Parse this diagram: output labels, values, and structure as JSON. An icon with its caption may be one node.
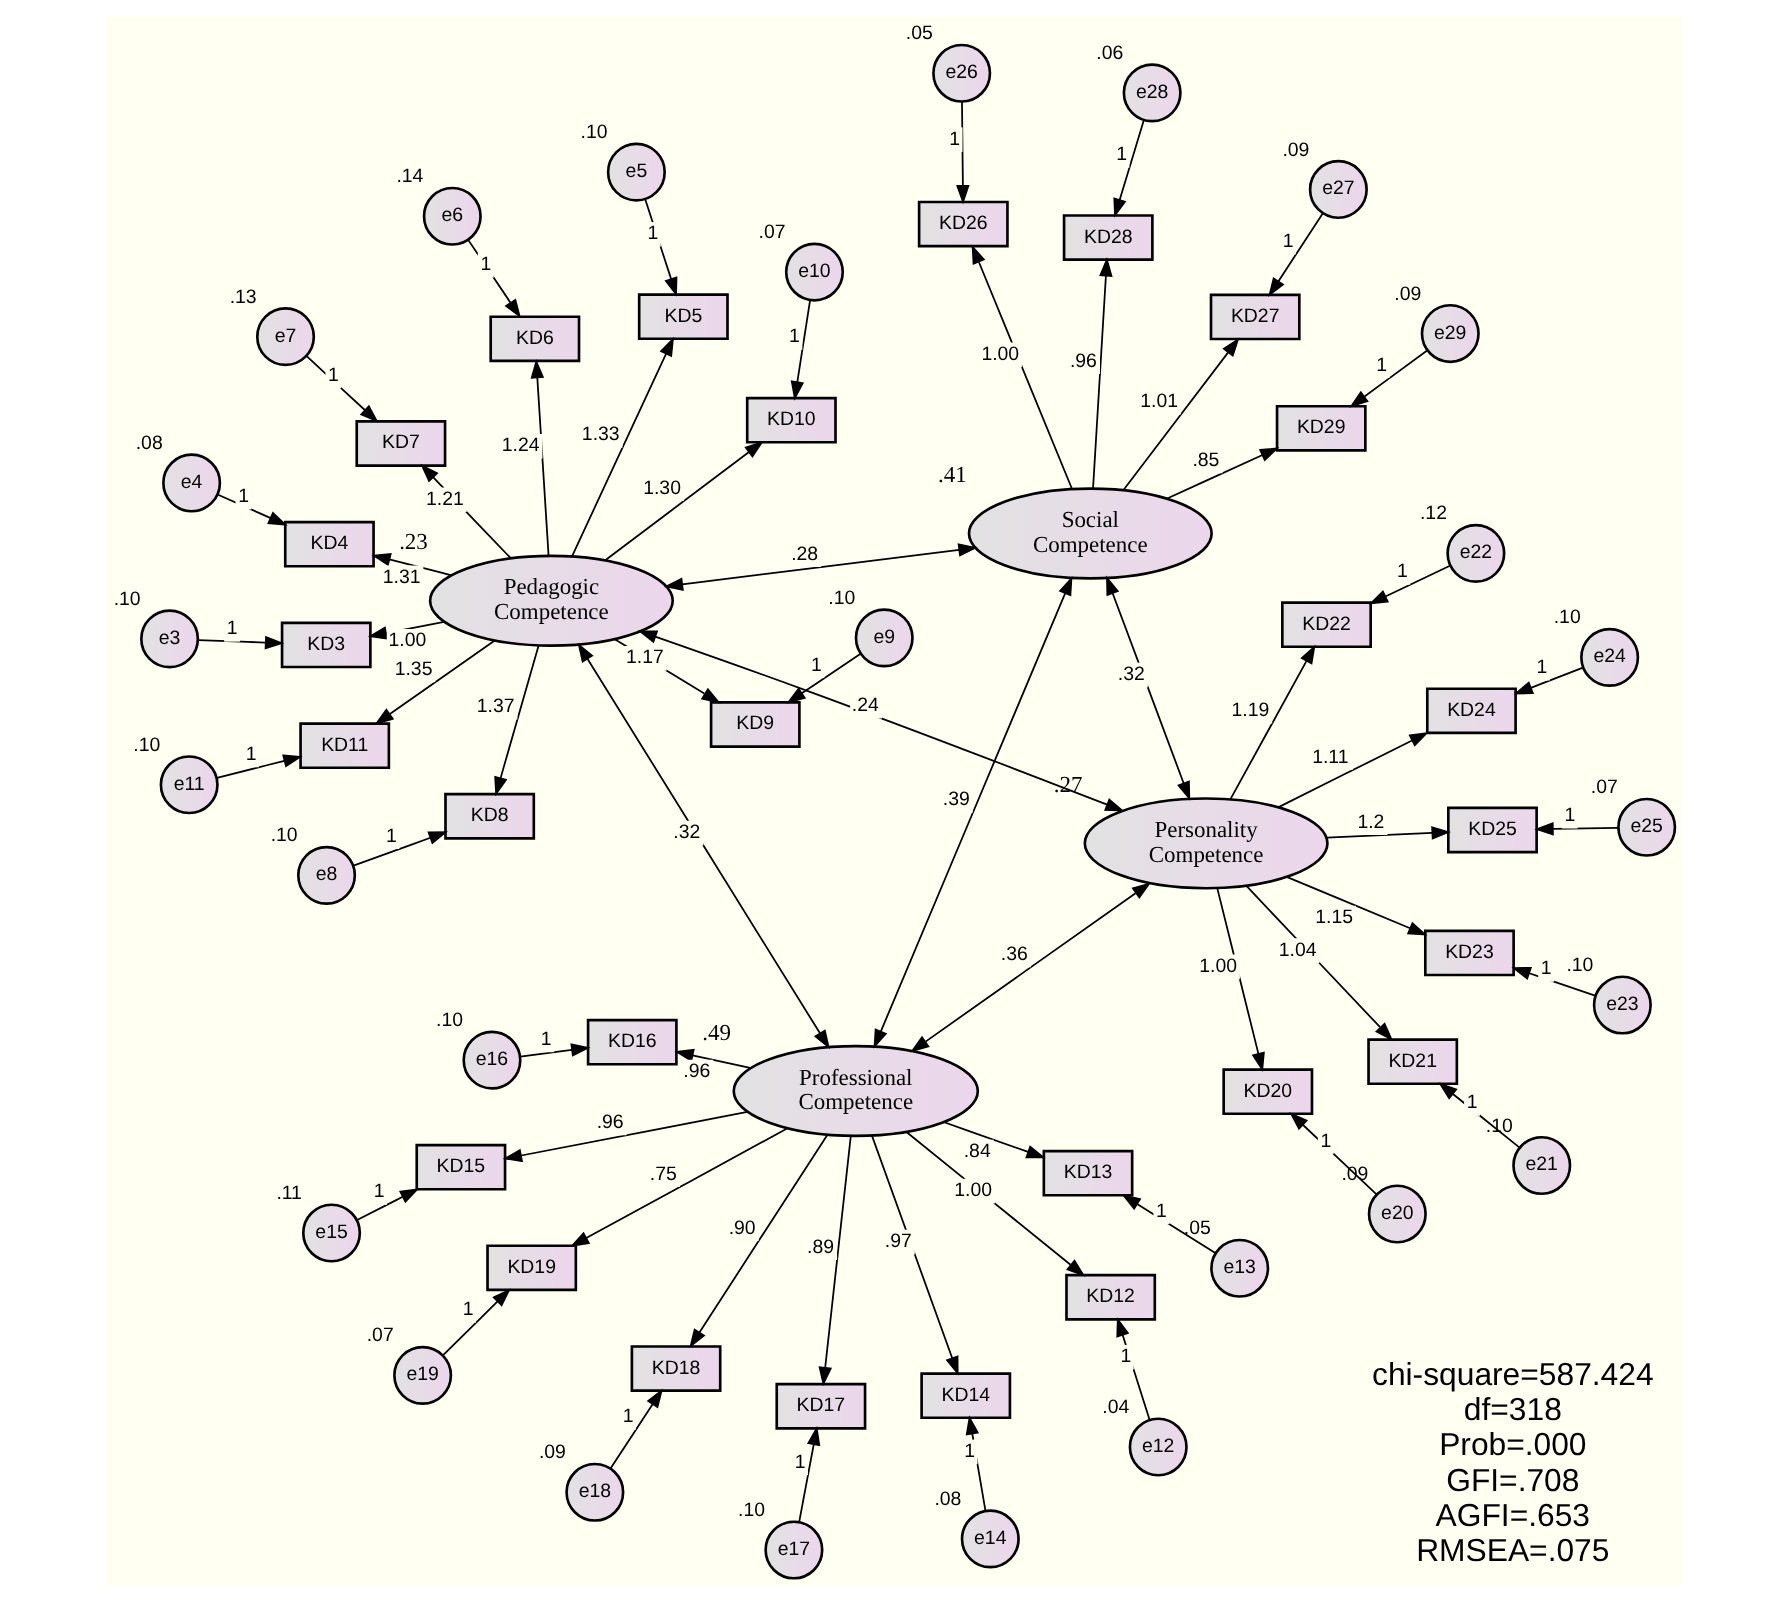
{
  "diagram": {
    "nodes": [
      {
        "text": [
          "Pedagogic Competence"
        ],
        "beside": [
          ".23"
        ]
      },
      {
        "text": [
          "Personality Competence"
        ],
        "beside": [
          ".27"
        ]
      },
      {
        "text": [
          "Professional Competence"
        ],
        "beside": [
          ".49"
        ]
      },
      {
        "text": [
          "Social Competence"
        ],
        "beside": [
          ".41"
        ]
      },
      {
        "text": [
          "KD3"
        ]
      },
      {
        "text": [
          "KD4"
        ]
      },
      {
        "text": [
          "KD5"
        ]
      },
      {
        "text": [
          "KD6"
        ]
      },
      {
        "text": [
          "KD7"
        ]
      },
      {
        "text": [
          "KD8"
        ]
      },
      {
        "text": [
          "KD9"
        ]
      },
      {
        "text": [
          "KD10"
        ]
      },
      {
        "text": [
          "KD11"
        ]
      },
      {
        "text": [
          "KD12"
        ]
      },
      {
        "text": [
          "KD13"
        ]
      },
      {
        "text": [
          "KD14"
        ]
      },
      {
        "text": [
          "KD15"
        ]
      },
      {
        "text": [
          "KD16"
        ]
      },
      {
        "text": [
          "KD17"
        ]
      },
      {
        "text": [
          "KD18"
        ]
      },
      {
        "text": [
          "KD19"
        ]
      },
      {
        "text": [
          "KD20"
        ]
      },
      {
        "text": [
          "KD21"
        ]
      },
      {
        "text": [
          "KD22"
        ]
      },
      {
        "text": [
          "KD23"
        ]
      },
      {
        "text": [
          "KD24"
        ]
      },
      {
        "text": [
          "KD25"
        ]
      },
      {
        "text": [
          "KD26"
        ]
      },
      {
        "text": [
          "KD27"
        ]
      },
      {
        "text": [
          "KD28"
        ]
      },
      {
        "text": [
          "KD29"
        ]
      },
      {
        "text": [
          "e3"
        ],
        "beside": [
          ".10"
        ]
      },
      {
        "text": [
          "e4"
        ],
        "beside": [
          ".08"
        ]
      },
      {
        "text": [
          "e5"
        ],
        "beside": [
          ".10"
        ]
      },
      {
        "text": [
          "e6"
        ],
        "beside": [
          ".14"
        ]
      },
      {
        "text": [
          "e7"
        ],
        "beside": [
          ".13"
        ]
      },
      {
        "text": [
          "e8"
        ],
        "beside": [
          ".10"
        ]
      },
      {
        "text": [
          "e9"
        ],
        "beside": [
          ".10"
        ]
      },
      {
        "text": [
          "e10"
        ],
        "beside": [
          ".07"
        ]
      },
      {
        "text": [
          "e11"
        ],
        "beside": [
          ".10"
        ]
      },
      {
        "text": [
          "e12"
        ],
        "beside": [
          ".04"
        ]
      },
      {
        "text": [
          "e13"
        ],
        "beside": [
          ".05"
        ]
      },
      {
        "text": [
          "e14"
        ],
        "beside": [
          ".08"
        ]
      },
      {
        "text": [
          "e15"
        ],
        "beside": [
          ".11"
        ]
      },
      {
        "text": [
          "e16"
        ],
        "beside": [
          ".10"
        ]
      },
      {
        "text": [
          "e17"
        ],
        "beside": [
          ".10"
        ]
      },
      {
        "text": [
          "e18"
        ],
        "beside": [
          ".09"
        ]
      },
      {
        "text": [
          "e19"
        ],
        "beside": [
          ".07"
        ]
      },
      {
        "text": [
          "e20"
        ],
        "beside": [
          ".09"
        ]
      },
      {
        "text": [
          "e21"
        ],
        "beside": [
          ".10"
        ]
      },
      {
        "text": [
          "e22"
        ],
        "beside": [
          ".12"
        ]
      },
      {
        "text": [
          "e23"
        ],
        "beside": [
          ".10"
        ]
      },
      {
        "text": [
          "e24"
        ],
        "beside": [
          ".10"
        ]
      },
      {
        "text": [
          "e25"
        ],
        "beside": [
          ".07"
        ]
      },
      {
        "text": [
          "e26"
        ],
        "beside": [
          ".05"
        ]
      },
      {
        "text": [
          "e27"
        ],
        "beside": [
          ".09"
        ]
      },
      {
        "text": [
          "e28"
        ],
        "beside": [
          ".06"
        ]
      },
      {
        "text": [
          "e29"
        ],
        "beside": [
          ".09"
        ]
      }
    ],
    "edges": [
      {
        "from": 0,
        "to": 4,
        "arrow": "to",
        "label": "1.00"
      },
      {
        "from": 0,
        "to": 5,
        "arrow": "to",
        "label": "1.31"
      },
      {
        "from": 0,
        "to": 6,
        "arrow": "to",
        "label": "1.33"
      },
      {
        "from": 0,
        "to": 7,
        "arrow": "to",
        "label": "1.24"
      },
      {
        "from": 0,
        "to": 8,
        "arrow": "to",
        "label": "1.21"
      },
      {
        "from": 0,
        "to": 9,
        "arrow": "to",
        "label": "1.37"
      },
      {
        "from": 0,
        "to": 10,
        "arrow": "to",
        "label": "1.17"
      },
      {
        "from": 0,
        "to": 11,
        "arrow": "to",
        "label": "1.30"
      },
      {
        "from": 0,
        "to": 12,
        "arrow": "to",
        "label": "1.35"
      },
      {
        "from": 2,
        "to": 13,
        "arrow": "to",
        "label": "1.00"
      },
      {
        "from": 2,
        "to": 14,
        "arrow": "to",
        "label": ".84"
      },
      {
        "from": 2,
        "to": 15,
        "arrow": "to",
        "label": ".97"
      },
      {
        "from": 2,
        "to": 16,
        "arrow": "to",
        "label": ".96"
      },
      {
        "from": 2,
        "to": 17,
        "arrow": "to",
        "label": ".96"
      },
      {
        "from": 2,
        "to": 18,
        "arrow": "to",
        "label": ".89"
      },
      {
        "from": 2,
        "to": 19,
        "arrow": "to",
        "label": ".90"
      },
      {
        "from": 2,
        "to": 20,
        "arrow": "to",
        "label": ".75"
      },
      {
        "from": 1,
        "to": 21,
        "arrow": "to",
        "label": "1.00"
      },
      {
        "from": 1,
        "to": 22,
        "arrow": "to",
        "label": "1.04"
      },
      {
        "from": 1,
        "to": 23,
        "arrow": "to",
        "label": "1.19"
      },
      {
        "from": 1,
        "to": 24,
        "arrow": "to",
        "label": "1.15"
      },
      {
        "from": 1,
        "to": 25,
        "arrow": "to",
        "label": "1.11"
      },
      {
        "from": 1,
        "to": 26,
        "arrow": "to",
        "label": "1.2"
      },
      {
        "from": 3,
        "to": 27,
        "arrow": "to",
        "label": "1.00"
      },
      {
        "from": 3,
        "to": 28,
        "arrow": "to",
        "label": "1.01"
      },
      {
        "from": 3,
        "to": 29,
        "arrow": "to",
        "label": ".96"
      },
      {
        "from": 3,
        "to": 30,
        "arrow": "to",
        "label": ".85"
      },
      {
        "from": 31,
        "to": 4,
        "arrow": "to",
        "label": "1"
      },
      {
        "from": 32,
        "to": 5,
        "arrow": "to",
        "label": "1"
      },
      {
        "from": 33,
        "to": 6,
        "arrow": "to",
        "label": "1"
      },
      {
        "from": 34,
        "to": 7,
        "arrow": "to",
        "label": "1"
      },
      {
        "from": 35,
        "to": 8,
        "arrow": "to",
        "label": "1"
      },
      {
        "from": 36,
        "to": 9,
        "arrow": "to",
        "label": "1"
      },
      {
        "from": 37,
        "to": 10,
        "arrow": "to",
        "label": "1"
      },
      {
        "from": 38,
        "to": 11,
        "arrow": "to",
        "label": "1"
      },
      {
        "from": 39,
        "to": 12,
        "arrow": "to",
        "label": "1"
      },
      {
        "from": 40,
        "to": 13,
        "arrow": "to",
        "label": "1"
      },
      {
        "from": 41,
        "to": 14,
        "arrow": "to",
        "label": "1"
      },
      {
        "from": 42,
        "to": 15,
        "arrow": "to",
        "label": "1"
      },
      {
        "from": 43,
        "to": 16,
        "arrow": "to",
        "label": "1"
      },
      {
        "from": 44,
        "to": 17,
        "arrow": "to",
        "label": "1"
      },
      {
        "from": 45,
        "to": 18,
        "arrow": "to",
        "label": "1"
      },
      {
        "from": 46,
        "to": 19,
        "arrow": "to",
        "label": "1"
      },
      {
        "from": 47,
        "to": 20,
        "arrow": "to",
        "label": "1"
      },
      {
        "from": 48,
        "to": 21,
        "arrow": "to",
        "label": "1"
      },
      {
        "from": 49,
        "to": 22,
        "arrow": "to",
        "label": "1"
      },
      {
        "from": 50,
        "to": 23,
        "arrow": "to",
        "label": "1"
      },
      {
        "from": 51,
        "to": 24,
        "arrow": "to",
        "label": "1"
      },
      {
        "from": 52,
        "to": 25,
        "arrow": "to",
        "label": "1"
      },
      {
        "from": 53,
        "to": 26,
        "arrow": "to",
        "label": "1"
      },
      {
        "from": 54,
        "to": 27,
        "arrow": "to",
        "label": "1"
      },
      {
        "from": 55,
        "to": 28,
        "arrow": "to",
        "label": "1"
      },
      {
        "from": 56,
        "to": 29,
        "arrow": "to",
        "label": "1"
      },
      {
        "from": 57,
        "to": 30,
        "arrow": "to",
        "label": "1"
      },
      {
        "from": 0,
        "to": 1,
        "arrow": "both",
        "label": ".24"
      },
      {
        "from": 0,
        "to": 2,
        "arrow": "both",
        "label": ".32"
      },
      {
        "from": 0,
        "to": 3,
        "arrow": "both",
        "label": ".28"
      },
      {
        "from": 1,
        "to": 2,
        "arrow": "both",
        "label": ".36"
      },
      {
        "from": 1,
        "to": 3,
        "arrow": "both",
        "label": ".32"
      },
      {
        "from": 2,
        "to": 3,
        "arrow": "both",
        "label": ".39"
      }
    ],
    "labels": [
      "chi-square=587.424",
      "df=318",
      "Prob=.000",
      "GFI=.708",
      "AGFI=.653",
      "RMSEA=.075"
    ]
  }
}
